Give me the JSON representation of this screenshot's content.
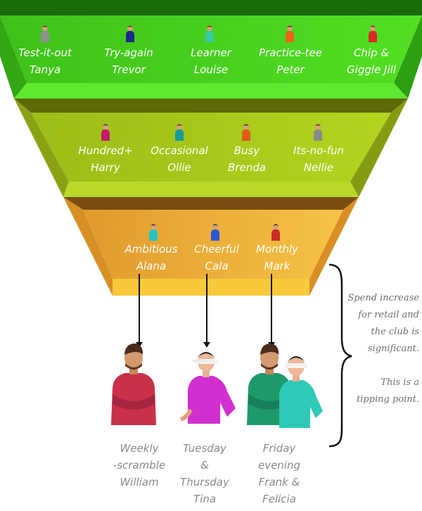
{
  "funnel": {
    "colors": {
      "top": "#45d81c",
      "middle": "#a7cc1a",
      "bottom": "#f2b63a"
    },
    "tiers": [
      {
        "name": "top",
        "people": [
          {
            "lines": [
              "Test-it-out",
              "Tanya"
            ],
            "shirt": "#8f8f8f"
          },
          {
            "lines": [
              "Try-again",
              "Trevor"
            ],
            "shirt": "#1e2b8c"
          },
          {
            "lines": [
              "Learner",
              "Louise"
            ],
            "shirt": "#36c9a4"
          },
          {
            "lines": [
              "Practice-tee",
              "Peter"
            ],
            "shirt": "#e8661a"
          },
          {
            "lines": [
              "Chip &",
              "Giggle Jill"
            ],
            "shirt": "#d92828"
          }
        ]
      },
      {
        "name": "middle",
        "people": [
          {
            "lines": [
              "Hundred+",
              "Harry"
            ],
            "shirt": "#c21b6b"
          },
          {
            "lines": [
              "Occasional",
              "Ollie"
            ],
            "shirt": "#1a9a9a"
          },
          {
            "lines": [
              "Busy",
              "Brenda"
            ],
            "shirt": "#e25a1a"
          },
          {
            "lines": [
              "Its-no-fun",
              "Nellie"
            ],
            "shirt": "#8a8a8a"
          }
        ]
      },
      {
        "name": "bottom",
        "people": [
          {
            "lines": [
              "Ambitious",
              "Alana"
            ],
            "shirt": "#27c3c3"
          },
          {
            "lines": [
              "Cheerful",
              "Cala"
            ],
            "shirt": "#2a56d6"
          },
          {
            "lines": [
              "Monthly",
              "Mark"
            ],
            "shirt": "#c92a2a"
          }
        ]
      }
    ]
  },
  "personas": [
    {
      "lines": [
        "Weekly",
        "-scramble",
        "William"
      ],
      "shirt": "#c9304a"
    },
    {
      "lines": [
        "Tuesday",
        "&",
        "Thursday",
        "Tina"
      ],
      "shirt": "#d12fcf"
    },
    {
      "lines": [
        "Friday",
        "evening",
        "Frank &",
        "Felicia"
      ],
      "shirt": "#1e9a6a",
      "shirt2": "#2ec9b8"
    }
  ],
  "note": {
    "paragraph1": [
      "Spend increase",
      "for retail and",
      "the club is",
      "significant."
    ],
    "paragraph2": [
      "This is a",
      "tipping point."
    ]
  }
}
